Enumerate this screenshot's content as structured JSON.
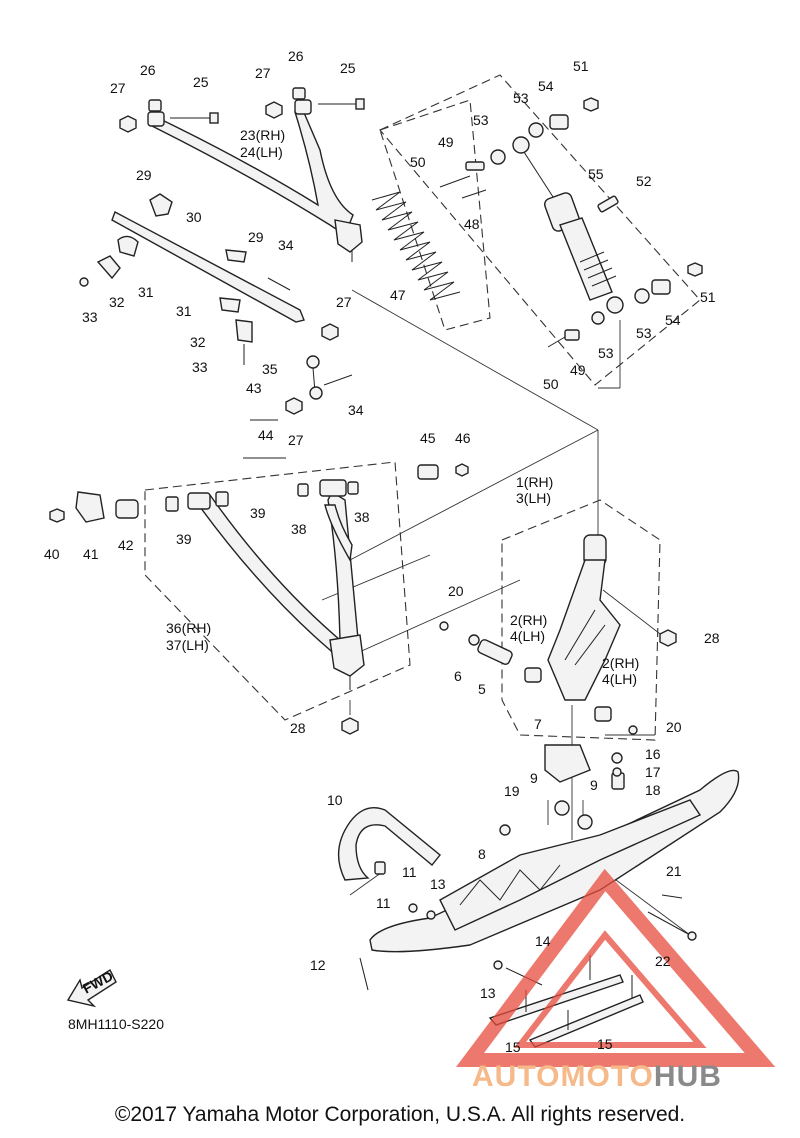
{
  "diagram": {
    "code": "8MH1110-S220",
    "fwd_label": "FWD",
    "copyright": "©2017 Yamaha Motor Corporation, U.S.A. All rights reserved.",
    "watermark": {
      "brand_part1": "AUTOMOTO",
      "brand_part2": "HUB",
      "color_red": "#e84c3d",
      "color_grey": "#8a8a8a"
    },
    "labels": [
      {
        "id": "l27a",
        "text": "27"
      },
      {
        "id": "l26a",
        "text": "26"
      },
      {
        "id": "l25a",
        "text": "25"
      },
      {
        "id": "l27b",
        "text": "27"
      },
      {
        "id": "l26b",
        "text": "26"
      },
      {
        "id": "l25b",
        "text": "25"
      },
      {
        "id": "l23",
        "text": "23(RH)"
      },
      {
        "id": "l24",
        "text": "24(LH)"
      },
      {
        "id": "l29a",
        "text": "29"
      },
      {
        "id": "l30",
        "text": "30"
      },
      {
        "id": "l29b",
        "text": "29"
      },
      {
        "id": "l34a",
        "text": "34"
      },
      {
        "id": "l33a",
        "text": "33"
      },
      {
        "id": "l32a",
        "text": "32"
      },
      {
        "id": "l31a",
        "text": "31"
      },
      {
        "id": "l31b",
        "text": "31"
      },
      {
        "id": "l32b",
        "text": "32"
      },
      {
        "id": "l33b",
        "text": "33"
      },
      {
        "id": "l27c",
        "text": "27"
      },
      {
        "id": "l35",
        "text": "35"
      },
      {
        "id": "l34b",
        "text": "34"
      },
      {
        "id": "l43",
        "text": "43"
      },
      {
        "id": "l44",
        "text": "44"
      },
      {
        "id": "l27d",
        "text": "27"
      },
      {
        "id": "l47",
        "text": "47"
      },
      {
        "id": "l51a",
        "text": "51"
      },
      {
        "id": "l54a",
        "text": "54"
      },
      {
        "id": "l53a",
        "text": "53"
      },
      {
        "id": "l53b",
        "text": "53"
      },
      {
        "id": "l49a",
        "text": "49"
      },
      {
        "id": "l50a",
        "text": "50"
      },
      {
        "id": "l48",
        "text": "48"
      },
      {
        "id": "l55",
        "text": "55"
      },
      {
        "id": "l52",
        "text": "52"
      },
      {
        "id": "l51b",
        "text": "51"
      },
      {
        "id": "l54b",
        "text": "54"
      },
      {
        "id": "l53c",
        "text": "53"
      },
      {
        "id": "l53d",
        "text": "53"
      },
      {
        "id": "l49b",
        "text": "49"
      },
      {
        "id": "l50b",
        "text": "50"
      },
      {
        "id": "l45",
        "text": "45"
      },
      {
        "id": "l46",
        "text": "46"
      },
      {
        "id": "l39a",
        "text": "39"
      },
      {
        "id": "l38a",
        "text": "38"
      },
      {
        "id": "l38b",
        "text": "38"
      },
      {
        "id": "l39b",
        "text": "39"
      },
      {
        "id": "l40",
        "text": "40"
      },
      {
        "id": "l41",
        "text": "41"
      },
      {
        "id": "l42",
        "text": "42"
      },
      {
        "id": "l1",
        "text": "1(RH)"
      },
      {
        "id": "l3",
        "text": "3(LH)"
      },
      {
        "id": "l36",
        "text": "36(RH)"
      },
      {
        "id": "l37",
        "text": "37(LH)"
      },
      {
        "id": "l20a",
        "text": "20"
      },
      {
        "id": "l2a",
        "text": "2(RH)"
      },
      {
        "id": "l4a",
        "text": "4(LH)"
      },
      {
        "id": "l28a",
        "text": "28"
      },
      {
        "id": "l6",
        "text": "6"
      },
      {
        "id": "l5",
        "text": "5"
      },
      {
        "id": "l2b",
        "text": "2(RH)"
      },
      {
        "id": "l4b",
        "text": "4(LH)"
      },
      {
        "id": "l20b",
        "text": "20"
      },
      {
        "id": "l28b",
        "text": "28"
      },
      {
        "id": "l7",
        "text": "7"
      },
      {
        "id": "l16",
        "text": "16"
      },
      {
        "id": "l17",
        "text": "17"
      },
      {
        "id": "l18",
        "text": "18"
      },
      {
        "id": "l9a",
        "text": "9"
      },
      {
        "id": "l9b",
        "text": "9"
      },
      {
        "id": "l19",
        "text": "19"
      },
      {
        "id": "l10",
        "text": "10"
      },
      {
        "id": "l8",
        "text": "8"
      },
      {
        "id": "l11a",
        "text": "11"
      },
      {
        "id": "l11b",
        "text": "11"
      },
      {
        "id": "l13a",
        "text": "13"
      },
      {
        "id": "l21",
        "text": "21"
      },
      {
        "id": "l22",
        "text": "22"
      },
      {
        "id": "l12",
        "text": "12"
      },
      {
        "id": "l14",
        "text": "14"
      },
      {
        "id": "l13b",
        "text": "13"
      },
      {
        "id": "l15a",
        "text": "15"
      },
      {
        "id": "l15b",
        "text": "15"
      }
    ]
  }
}
